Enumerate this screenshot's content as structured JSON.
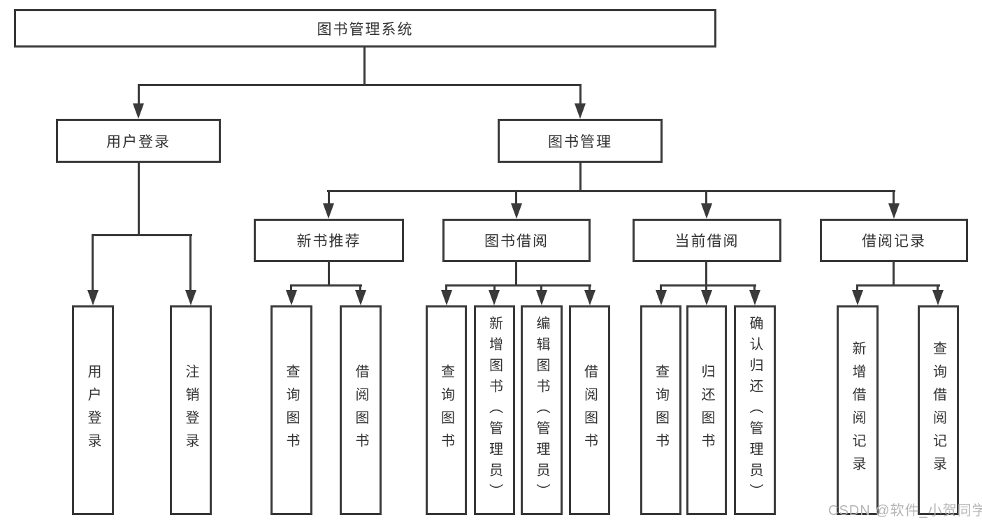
{
  "diagram": {
    "type": "hierarchy-diagram",
    "colors": {
      "background": "#ffffff",
      "line": "#3a3a3a",
      "box_border": "#3a3a3a",
      "text": "#333333",
      "watermark": "#b5b5b5"
    },
    "watermark": "CSDN @软件_小贺同学",
    "nodes": {
      "root": {
        "label": "图书管理系统"
      },
      "user_login": {
        "label": "用户登录"
      },
      "book_mgmt": {
        "label": "图书管理"
      },
      "new_book_rec": {
        "label": "新书推荐"
      },
      "book_borrow": {
        "label": "图书借阅"
      },
      "current_borrow": {
        "label": "当前借阅"
      },
      "borrow_record": {
        "label": "借阅记录"
      },
      "leaf_user_login": {
        "label": "用户登录"
      },
      "leaf_logout": {
        "label": "注销登录"
      },
      "leaf_query_book_rec": {
        "label": "查询图书"
      },
      "leaf_borrow_book_rec": {
        "label": "借阅图书"
      },
      "leaf_query_book_borrow": {
        "label": "查询图书"
      },
      "leaf_add_book": {
        "label": "新增图书（管理员）"
      },
      "leaf_edit_book": {
        "label": "编辑图书（管理员）"
      },
      "leaf_borrow_book": {
        "label": "借阅图书"
      },
      "leaf_query_book_current": {
        "label": "查询图书"
      },
      "leaf_return_book": {
        "label": "归还图书"
      },
      "leaf_confirm_return": {
        "label": "确认归还（管理员）"
      },
      "leaf_add_record": {
        "label": "新增借阅记录"
      },
      "leaf_query_record": {
        "label": "查询借阅记录"
      }
    },
    "edges": [
      {
        "from": "root",
        "to": "user_login"
      },
      {
        "from": "root",
        "to": "book_mgmt"
      },
      {
        "from": "user_login",
        "to": "leaf_user_login"
      },
      {
        "from": "user_login",
        "to": "leaf_logout"
      },
      {
        "from": "book_mgmt",
        "to": "new_book_rec"
      },
      {
        "from": "book_mgmt",
        "to": "book_borrow"
      },
      {
        "from": "book_mgmt",
        "to": "current_borrow"
      },
      {
        "from": "book_mgmt",
        "to": "borrow_record"
      },
      {
        "from": "new_book_rec",
        "to": "leaf_query_book_rec"
      },
      {
        "from": "new_book_rec",
        "to": "leaf_borrow_book_rec"
      },
      {
        "from": "book_borrow",
        "to": "leaf_query_book_borrow"
      },
      {
        "from": "book_borrow",
        "to": "leaf_add_book"
      },
      {
        "from": "book_borrow",
        "to": "leaf_edit_book"
      },
      {
        "from": "book_borrow",
        "to": "leaf_borrow_book"
      },
      {
        "from": "current_borrow",
        "to": "leaf_query_book_current"
      },
      {
        "from": "current_borrow",
        "to": "leaf_return_book"
      },
      {
        "from": "current_borrow",
        "to": "leaf_confirm_return"
      },
      {
        "from": "borrow_record",
        "to": "leaf_add_record"
      },
      {
        "from": "borrow_record",
        "to": "leaf_query_record"
      }
    ]
  }
}
